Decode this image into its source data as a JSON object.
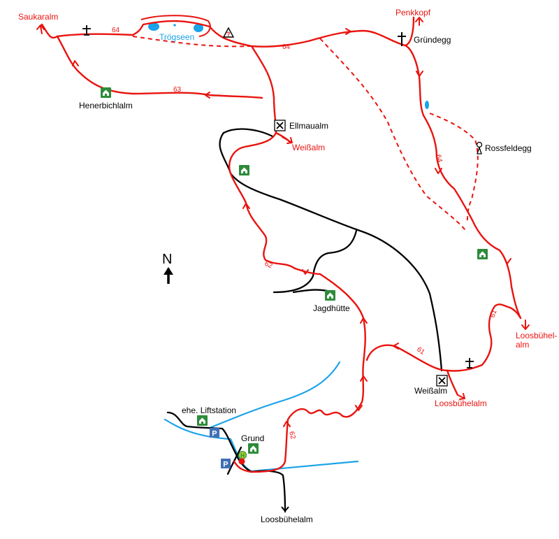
{
  "places": {
    "saukaralm": "Saukaralm",
    "troegseen": "Trögseen",
    "penkkopf": "Penkkopf",
    "gruendegg": "Gründegg",
    "henerbichlalm": "Henerbichlalm",
    "ellmaualm": "Ellmaualm",
    "weissalm_top": "Weißalm",
    "rossfeldegg": "Rossfeldegg",
    "jagdhuette": "Jagdhütte",
    "loosbuehelalm_right_1": "Loosbühel-",
    "loosbuehelalm_right_2": "alm",
    "weissalm_bottom": "Weißalm",
    "loosbuehelalm_red": "Loosbühelalm",
    "liftstation": "ehe. Liftstation",
    "grund": "Grund",
    "loosbuehelalm_bottom": "Loosbühelalm"
  },
  "trail_numbers": {
    "t64_a": "64",
    "t64_b": "64",
    "t63": "63",
    "t64_c": "64",
    "t62_a": "62",
    "t61_a": "61",
    "t61_b": "61",
    "t62_b": "62"
  },
  "icons": {
    "parking": "P",
    "bus_stop": "H",
    "hazard": "?",
    "north": "N"
  },
  "colors": {
    "trail": "#e8140f",
    "road": "#000000",
    "water": "#1aa3e8",
    "hut": "#2e8b3a",
    "parking": "#3f6fb5"
  }
}
